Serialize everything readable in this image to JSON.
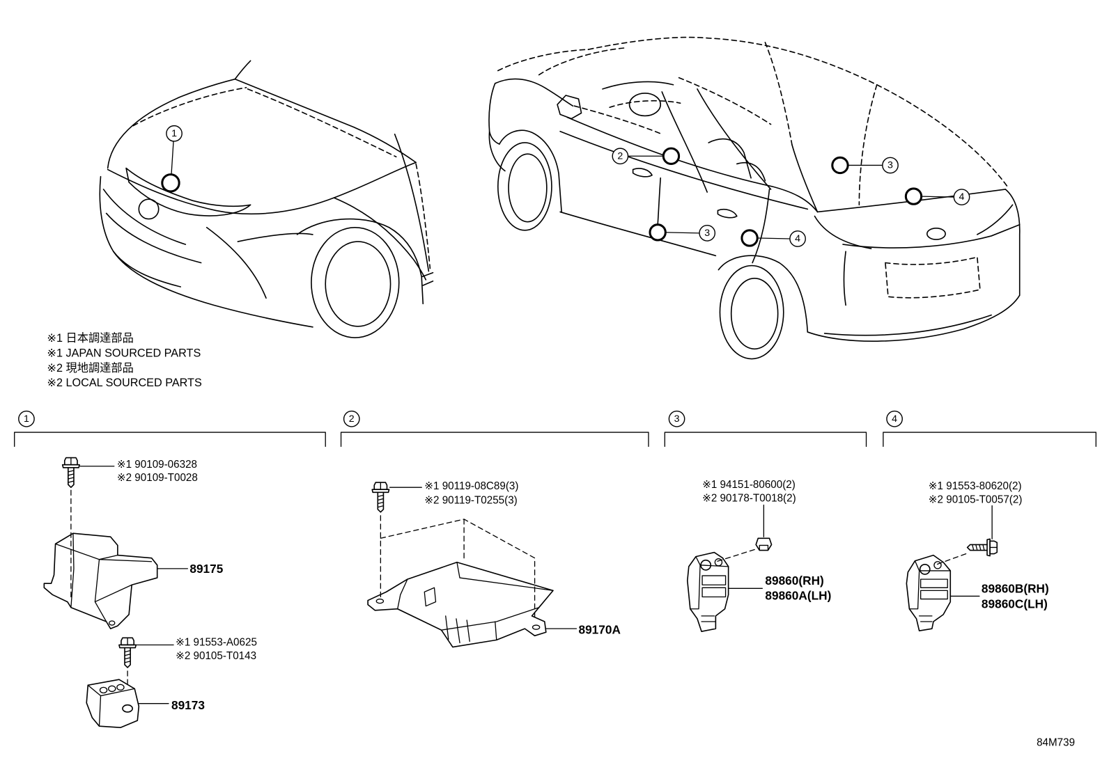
{
  "colors": {
    "line": "#000000",
    "background": "#ffffff"
  },
  "notes": [
    "※1 日本調達部品",
    "※1 JAPAN SOURCED PARTS",
    "※2 現地調達部品",
    "※2 LOCAL SOURCED PARTS"
  ],
  "vehicle_views": {
    "front_view_callouts": [
      "1"
    ],
    "side_view_callouts": [
      "2",
      "3",
      "4",
      "3",
      "4"
    ]
  },
  "sections": [
    {
      "number": "1",
      "fasteners": [
        [
          "※1 90109-06328",
          "※2 90109-T0028"
        ],
        [
          "※1 91553-A0625",
          "※2 90105-T0143"
        ]
      ],
      "parts": [
        [
          "89175"
        ],
        [
          "89173"
        ]
      ]
    },
    {
      "number": "2",
      "fasteners": [
        [
          "※1 90119-08C89(3)",
          "※2 90119-T0255(3)"
        ]
      ],
      "parts": [
        [
          "89170A"
        ]
      ]
    },
    {
      "number": "3",
      "fasteners": [
        [
          "※1 94151-80600(2)",
          "※2 90178-T0018(2)"
        ]
      ],
      "parts": [
        [
          "89860(RH)",
          "89860A(LH)"
        ]
      ]
    },
    {
      "number": "4",
      "fasteners": [
        [
          "※1 91553-80620(2)",
          "※2 90105-T0057(2)"
        ]
      ],
      "parts": [
        [
          "89860B(RH)",
          "89860C(LH)"
        ]
      ]
    }
  ],
  "diagram_id": "84M739"
}
